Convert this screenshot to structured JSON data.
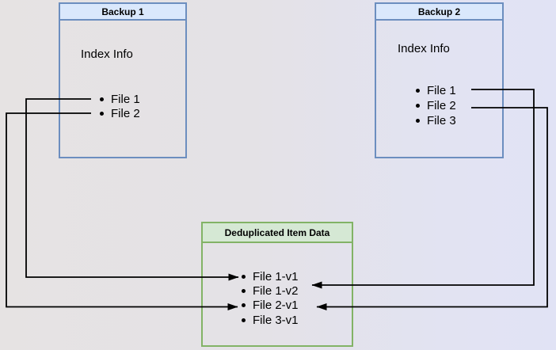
{
  "diagram": {
    "boxes": {
      "backup1": {
        "title": "Backup 1",
        "section_label": "Index Info",
        "items": [
          "File 1",
          "File 2"
        ]
      },
      "backup2": {
        "title": "Backup 2",
        "section_label": "Index Info",
        "items": [
          "File 1",
          "File 2",
          "File 3"
        ]
      },
      "dedup": {
        "title": "Deduplicated Item Data",
        "items": [
          "File 1-v1",
          "File 1-v2",
          "File 2-v1",
          "File 3-v1"
        ]
      }
    },
    "connections": [
      {
        "from": "Backup 1 / File 1",
        "to": "Deduplicated Item Data / File 1-v1"
      },
      {
        "from": "Backup 1 / File 2",
        "to": "Deduplicated Item Data / File 2-v1"
      },
      {
        "from": "Backup 2 / File 1",
        "to": "Deduplicated Item Data / File 1-v2"
      },
      {
        "from": "Backup 2 / File 2",
        "to": "Deduplicated Item Data / File 2-v1"
      }
    ],
    "colors": {
      "blue_border": "#6c8ebf",
      "blue_title_fill": "#dae8fc",
      "green_border": "#82b366",
      "green_title_fill": "#d5e8d4",
      "connector": "#000000"
    }
  }
}
